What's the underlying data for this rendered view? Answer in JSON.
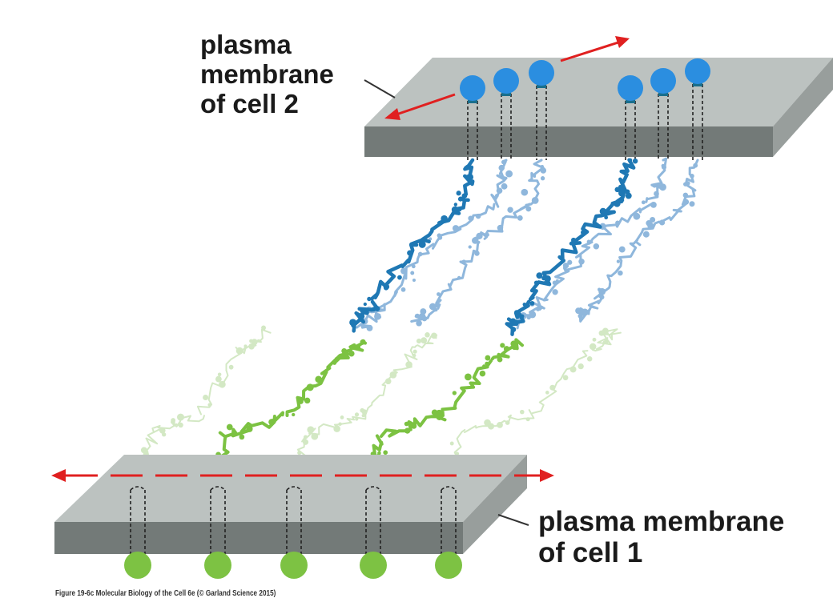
{
  "labels": {
    "cell2_line1": "plasma",
    "cell2_line2": "membrane",
    "cell2_line3": "of cell 2",
    "cell1_line1": "plasma membrane",
    "cell1_line2": "of cell 1"
  },
  "caption": "Figure 19-6c  Molecular Biology of the Cell 6e (© Garland Science 2015)",
  "colors": {
    "membrane_top": "#b9bfbd",
    "membrane_front": "#737a78",
    "membrane_side": "#969c9a",
    "arrow": "#e02020",
    "cell2_protein_dark": "#1f78b4",
    "cell2_protein_light": "#8fb7dc",
    "cell2_bead": "#2b8ee0",
    "cell1_protein_bright": "#7cc242",
    "cell1_protein_pale": "#d3e8c4",
    "cell1_bead": "#7dc243"
  }
}
